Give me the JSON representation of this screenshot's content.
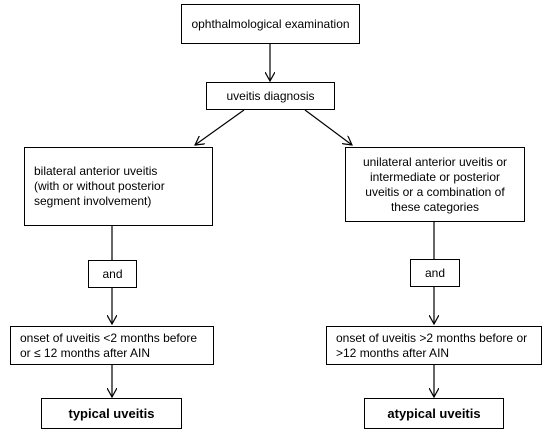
{
  "nodes": {
    "exam": "ophthalmological examination",
    "diagnosis": "uveitis diagnosis",
    "bilateral": "bilateral anterior uveitis\n(with or without posterior\nsegment involvement)",
    "unilateral": "unilateral anterior uveitis or\nintermediate or posterior\nuveitis or a combination of\nthese categories",
    "and_left": "and",
    "and_right": "and",
    "onset_left": "onset of uveitis <2 months before\nor ≤ 12 months after AIN",
    "onset_right": "onset of uveitis >2 months before or\n>12 months after AIN",
    "typical": "typical uveitis",
    "atypical": "atypical uveitis"
  }
}
